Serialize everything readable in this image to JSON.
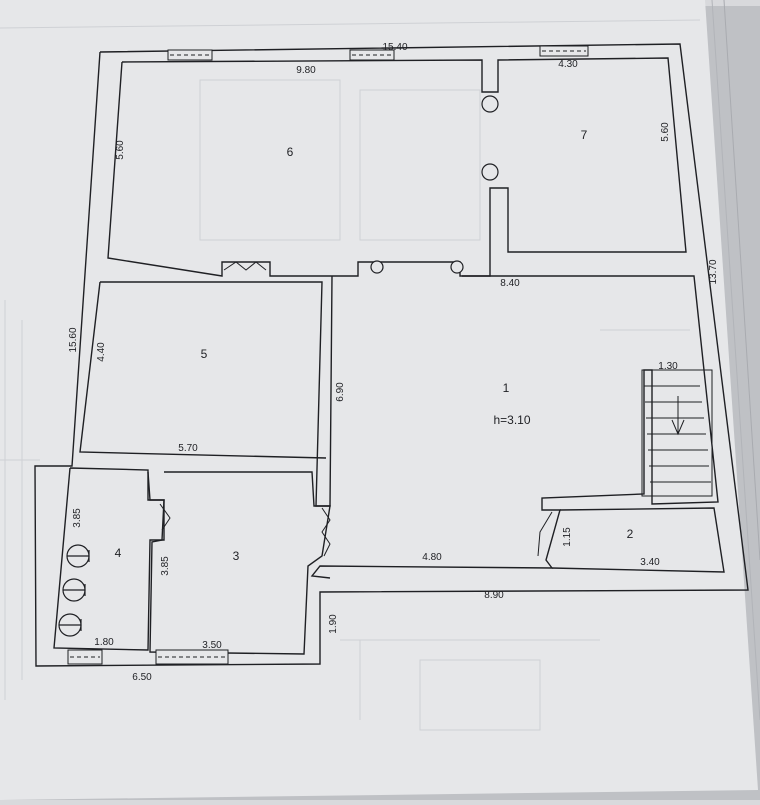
{
  "plan": {
    "colors": {
      "paper": "#e9eaec",
      "shadow": "#b9bbc0",
      "wall": "#1f2024",
      "faint": "#c3c5ca"
    },
    "rooms": [
      {
        "id": "room-1",
        "number": "1",
        "height": "h=3.10"
      },
      {
        "id": "room-2",
        "number": "2"
      },
      {
        "id": "room-3",
        "number": "3"
      },
      {
        "id": "room-4",
        "number": "4"
      },
      {
        "id": "room-5",
        "number": "5"
      },
      {
        "id": "room-6",
        "number": "6"
      },
      {
        "id": "room-7",
        "number": "7"
      }
    ],
    "dimensions": [
      {
        "id": "overall-width-top",
        "value": "15.40"
      },
      {
        "id": "room6-width",
        "value": "9.80"
      },
      {
        "id": "room7-width",
        "value": "4.30"
      },
      {
        "id": "room6-height",
        "value": "5.60"
      },
      {
        "id": "room7-height",
        "value": "5.60"
      },
      {
        "id": "overall-height-right",
        "value": "13.70"
      },
      {
        "id": "room1-width",
        "value": "8.40"
      },
      {
        "id": "stair-width",
        "value": "1.30"
      },
      {
        "id": "overall-height-left",
        "value": "15.60"
      },
      {
        "id": "room5-height",
        "value": "4.40"
      },
      {
        "id": "room5-width",
        "value": "5.70"
      },
      {
        "id": "room1-side",
        "value": "6.90"
      },
      {
        "id": "room4-height",
        "value": "3.85"
      },
      {
        "id": "room3-height",
        "value": "3.85"
      },
      {
        "id": "room2-height",
        "value": "1.15"
      },
      {
        "id": "room1-lower-width",
        "value": "4.80"
      },
      {
        "id": "room2-width",
        "value": "3.40"
      },
      {
        "id": "bottom-right-width",
        "value": "8.90"
      },
      {
        "id": "step-height",
        "value": "1.90"
      },
      {
        "id": "room4-width",
        "value": "1.80"
      },
      {
        "id": "room3-width",
        "value": "3.50"
      },
      {
        "id": "bottom-left-width",
        "value": "6.50"
      }
    ]
  }
}
